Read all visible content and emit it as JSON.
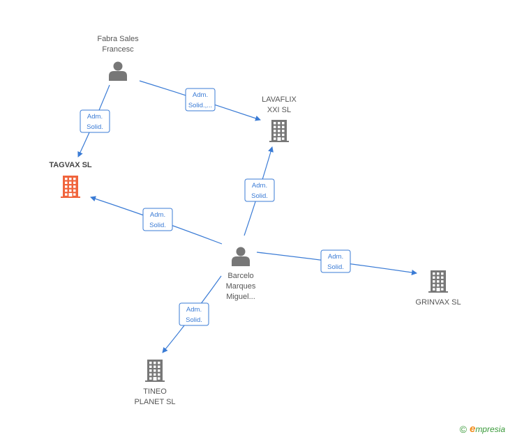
{
  "colors": {
    "edge": "#3a7bd5",
    "person": "#777777",
    "company": "#777777",
    "focus_company": "#f0643c",
    "brand": "#3a9a3a"
  },
  "nodes": [
    {
      "id": "fabra",
      "type": "person",
      "lines": [
        "Fabra Sales",
        "Francesc"
      ]
    },
    {
      "id": "lavaflix",
      "type": "company",
      "lines": [
        "LAVAFLIX",
        "XXI SL"
      ]
    },
    {
      "id": "tagvax",
      "type": "company",
      "focus": true,
      "lines": [
        "TAGVAX SL"
      ]
    },
    {
      "id": "barcelo",
      "type": "person",
      "lines": [
        "Barcelo",
        "Marques",
        "Miguel..."
      ]
    },
    {
      "id": "grinvax",
      "type": "company",
      "lines": [
        "GRINVAX SL"
      ]
    },
    {
      "id": "tineo",
      "type": "company",
      "lines": [
        "TINEO",
        "PLANET SL"
      ]
    }
  ],
  "edges": [
    {
      "from": "fabra",
      "to": "lavaflix",
      "label": [
        "Adm.",
        "Solid.,..."
      ]
    },
    {
      "from": "fabra",
      "to": "tagvax",
      "label": [
        "Adm.",
        "Solid."
      ]
    },
    {
      "from": "barcelo",
      "to": "lavaflix",
      "label": [
        "Adm.",
        "Solid."
      ]
    },
    {
      "from": "barcelo",
      "to": "tagvax",
      "label": [
        "Adm.",
        "Solid."
      ]
    },
    {
      "from": "barcelo",
      "to": "grinvax",
      "label": [
        "Adm.",
        "Solid."
      ]
    },
    {
      "from": "barcelo",
      "to": "tineo",
      "label": [
        "Adm.",
        "Solid."
      ]
    }
  ],
  "footer": {
    "copyright": "©",
    "brand_initial": "e",
    "brand_rest": "mpresia"
  }
}
